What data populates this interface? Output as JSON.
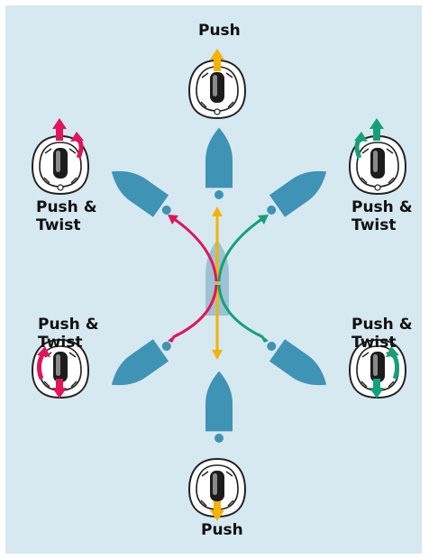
{
  "labels": {
    "top": "Push",
    "bottom": "Push",
    "upper_left": "Push &\nTwist",
    "upper_right": "Push &\nTwist",
    "lower_left": "Push &\nTwist",
    "lower_right": "Push &\nTwist"
  },
  "colors": {
    "background": "#d6e8f0",
    "boat": "#3f93b4",
    "boat_center": "#9cc3d3",
    "forward_back": "#f5b300",
    "port": "#e0155b",
    "starboard": "#16a07a",
    "joystick_shell": "#ffffff",
    "joystick_outline": "#222222"
  },
  "icons": {
    "joystick": "joystick-icon",
    "boat": "boat-icon",
    "arrow": "direction-arrow-icon"
  }
}
